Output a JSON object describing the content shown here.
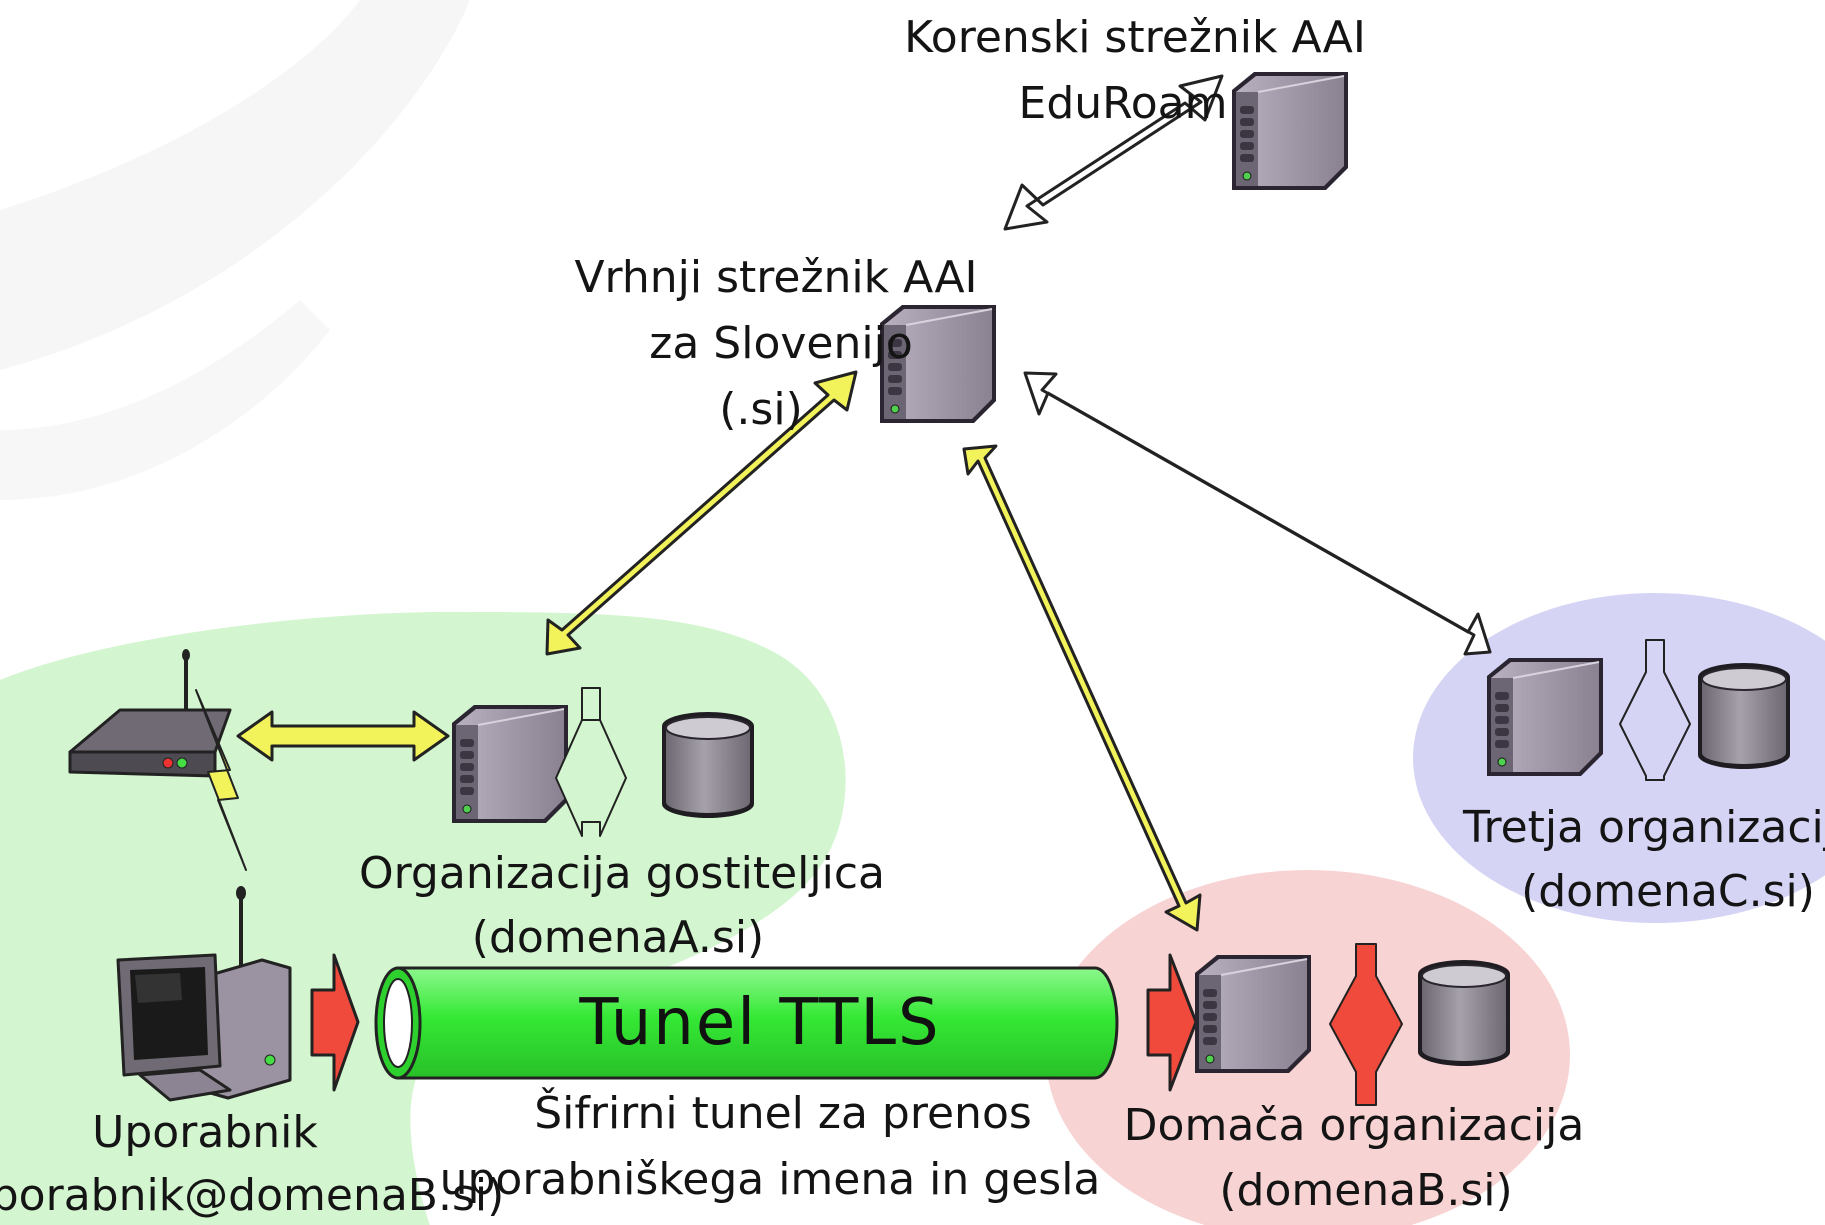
{
  "labels": {
    "root_server_line1": "Korenski strežnik AAI",
    "root_server_line2": "EduRoam",
    "top_server_line1": "Vrhnji strežnik AAI",
    "top_server_line2": "za Slovenijo",
    "top_server_line3": "(.si)",
    "host_org_line1": "Organizacija gostiteljica",
    "host_org_line2": "(domenaA.si)",
    "user_line1": "Uporabnik",
    "user_line2": "(uporabnik@domenaB.si)",
    "tunnel_label": "Tunel TTLS",
    "tunnel_desc_line1": "Šifrirni tunel za prenos",
    "tunnel_desc_line2": "uporabniškega imena in gesla",
    "home_org_line1": "Domača organizacija",
    "home_org_line2": "(domenaB.si)",
    "third_org_line1": "Tretja organizacija",
    "third_org_line2": "(domenaC.si)"
  },
  "colors": {
    "host_zone": "#d3f5cf",
    "home_zone": "#f8d3d3",
    "third_zone": "#d6d4f4",
    "yellow_arrow": "#f2f25a",
    "red_arrow": "#f04a3c",
    "tunnel": "#4ff04f",
    "server_body": "#8f8596"
  },
  "icons": {
    "server": "server-icon",
    "database": "database-icon",
    "router": "wireless-router-icon",
    "computer": "computer-icon",
    "lightning": "wireless-link-icon"
  }
}
